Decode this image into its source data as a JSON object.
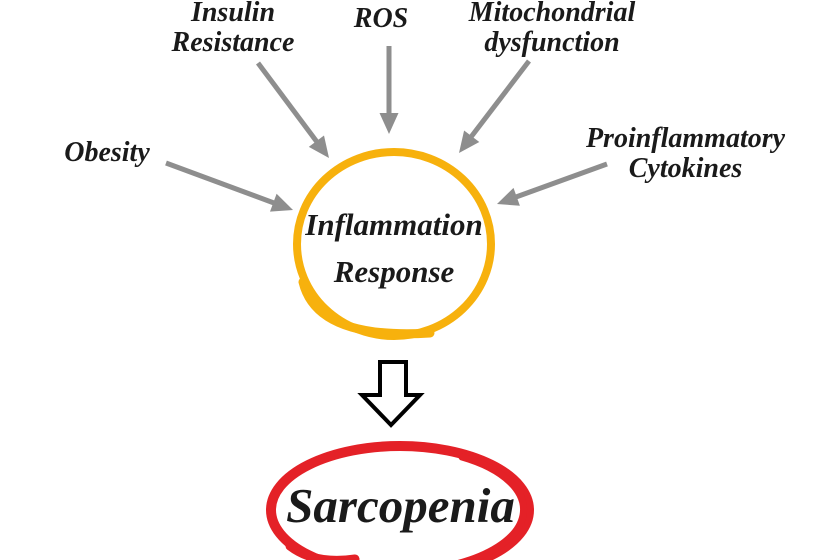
{
  "diagram": {
    "factors": [
      {
        "name": "insulin-resistance",
        "lines": [
          "Insulin",
          "Resistance"
        ]
      },
      {
        "name": "ros",
        "lines": [
          "ROS"
        ]
      },
      {
        "name": "mitochondrial-dysfunction",
        "lines": [
          "Mitochondrial",
          "dysfunction"
        ]
      },
      {
        "name": "obesity",
        "lines": [
          "Obesity"
        ]
      },
      {
        "name": "proinflammatory-cytokines",
        "lines": [
          "Proinflammatory",
          "Cytokines"
        ]
      }
    ],
    "hub": {
      "lines": [
        "Inflammation",
        "Response"
      ]
    },
    "outcome": {
      "label": "Sarcopenia"
    },
    "edges": [
      {
        "from": "Obesity",
        "to": "Inflammation Response"
      },
      {
        "from": "Insulin Resistance",
        "to": "Inflammation Response"
      },
      {
        "from": "ROS",
        "to": "Inflammation Response"
      },
      {
        "from": "Mitochondrial dysfunction",
        "to": "Inflammation Response"
      },
      {
        "from": "Proinflammatory Cytokines",
        "to": "Inflammation Response"
      },
      {
        "from": "Inflammation Response",
        "to": "Sarcopenia"
      }
    ],
    "colors": {
      "background": "#FFFFFF",
      "hub_circle_stroke": "#F7B10D",
      "outcome_ellipse_stroke": "#E42127",
      "connector_arrow": "#8E8E8E",
      "block_arrow_outline": "#000000",
      "block_arrow_fill": "#FFFFFF",
      "text": "#1A1A1A"
    }
  }
}
